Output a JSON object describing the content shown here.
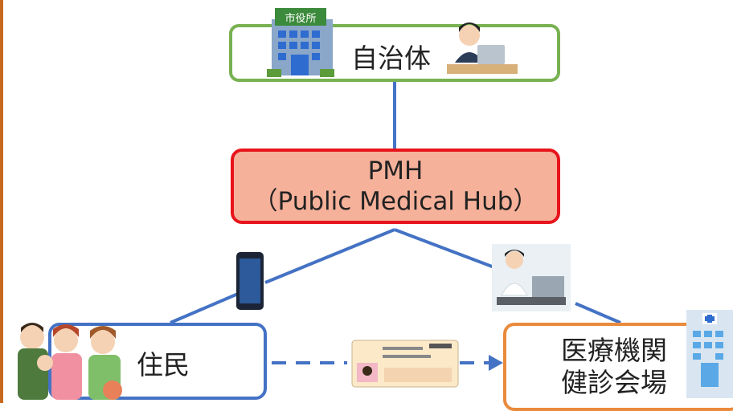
{
  "nodes": {
    "municipality": {
      "label": "自治体",
      "sign": "市役所"
    },
    "pmh": {
      "line1": "PMH",
      "line2": "（Public Medical Hub）"
    },
    "residents": {
      "label": "住民"
    },
    "medical": {
      "line1": "医療機関",
      "line2": "健診会場"
    }
  },
  "colors": {
    "connector": "#4472c4",
    "municipality_border": "#78b152",
    "pmh_border": "#e8141c",
    "pmh_fill": "#f6b19a",
    "residents_border": "#4472c4",
    "medical_border": "#ea8a3c",
    "frame": "#c8681e"
  },
  "icons": [
    "city-hall-icon",
    "office-worker-icon",
    "smartphone-icon",
    "doctor-at-computer-icon",
    "family-icon",
    "id-card-icon",
    "hospital-icon"
  ]
}
